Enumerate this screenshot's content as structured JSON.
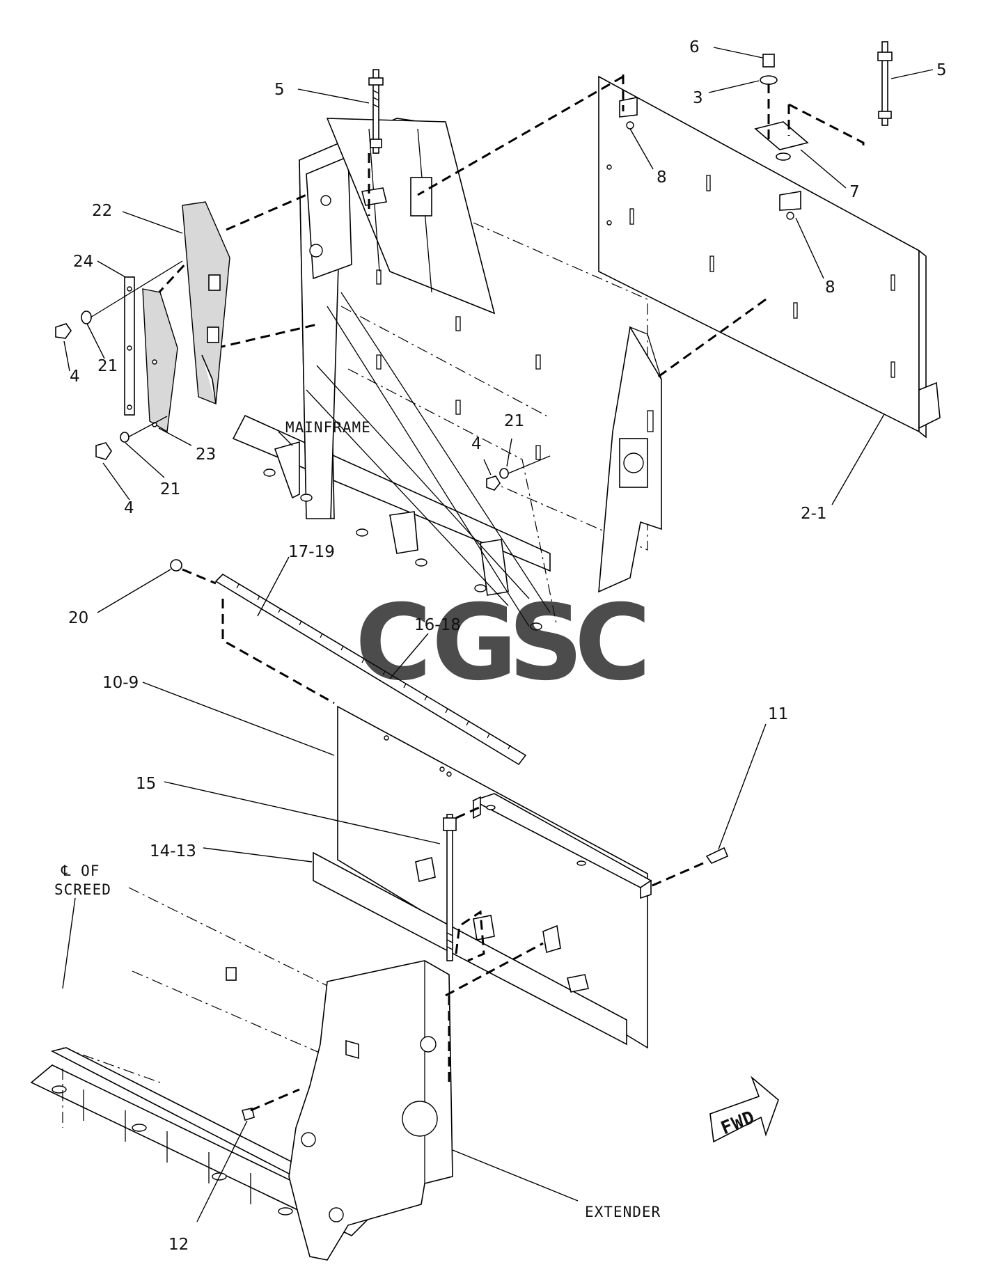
{
  "diagram": {
    "callouts": {
      "c5_left": "5",
      "c5_right": "5",
      "c6": "6",
      "c3": "3",
      "c7": "7",
      "c8_top": "8",
      "c8_mid": "8",
      "c22": "22",
      "c24": "24",
      "c21_a": "21",
      "c21_b": "21",
      "c21_c": "21",
      "c4_a": "4",
      "c4_b": "4",
      "c4_c": "4",
      "c23": "23",
      "c2_1": "2-1",
      "c17_19": "17-19",
      "c20": "20",
      "c16_18": "16-18",
      "c10_9": "10-9",
      "c11": "11",
      "c15": "15",
      "c14_13": "14-13",
      "c12": "12"
    },
    "labels": {
      "mainframe": "MAINFRAME",
      "extender": "EXTENDER",
      "cl_of": "℄ OF",
      "screed": "SCREED",
      "fwd": "FWD"
    },
    "watermark": {
      "letters": [
        "C",
        "G",
        "S",
        "C"
      ],
      "colors": [
        "#6fa3f7",
        "#f18c85",
        "#f7d468",
        "#76c29a"
      ]
    }
  }
}
